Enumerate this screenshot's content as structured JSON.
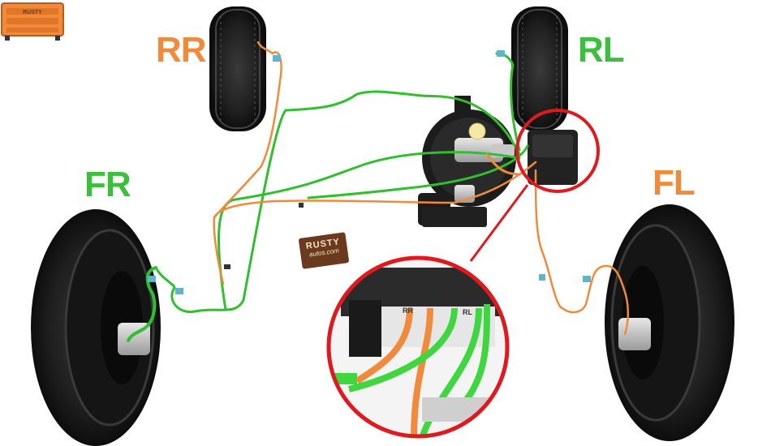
{
  "wheels": {
    "rear_right": {
      "label": "RR",
      "color": "#f28a3c"
    },
    "rear_left": {
      "label": "RL",
      "color": "#3cbf3c"
    },
    "front_right": {
      "label": "FR",
      "color": "#3cbf3c"
    },
    "front_left": {
      "label": "FL",
      "color": "#f28a3c"
    }
  },
  "circuits": {
    "green": "#2fbf2f",
    "orange": "#f08a3c"
  },
  "highlight_color": "#e0191e",
  "logo": {
    "top_badge_text": "RUSTY",
    "badge_line1": "RUSTY",
    "badge_line2": "autos.com"
  },
  "abs_ports": {
    "rr": "RR",
    "rl": "RL"
  }
}
